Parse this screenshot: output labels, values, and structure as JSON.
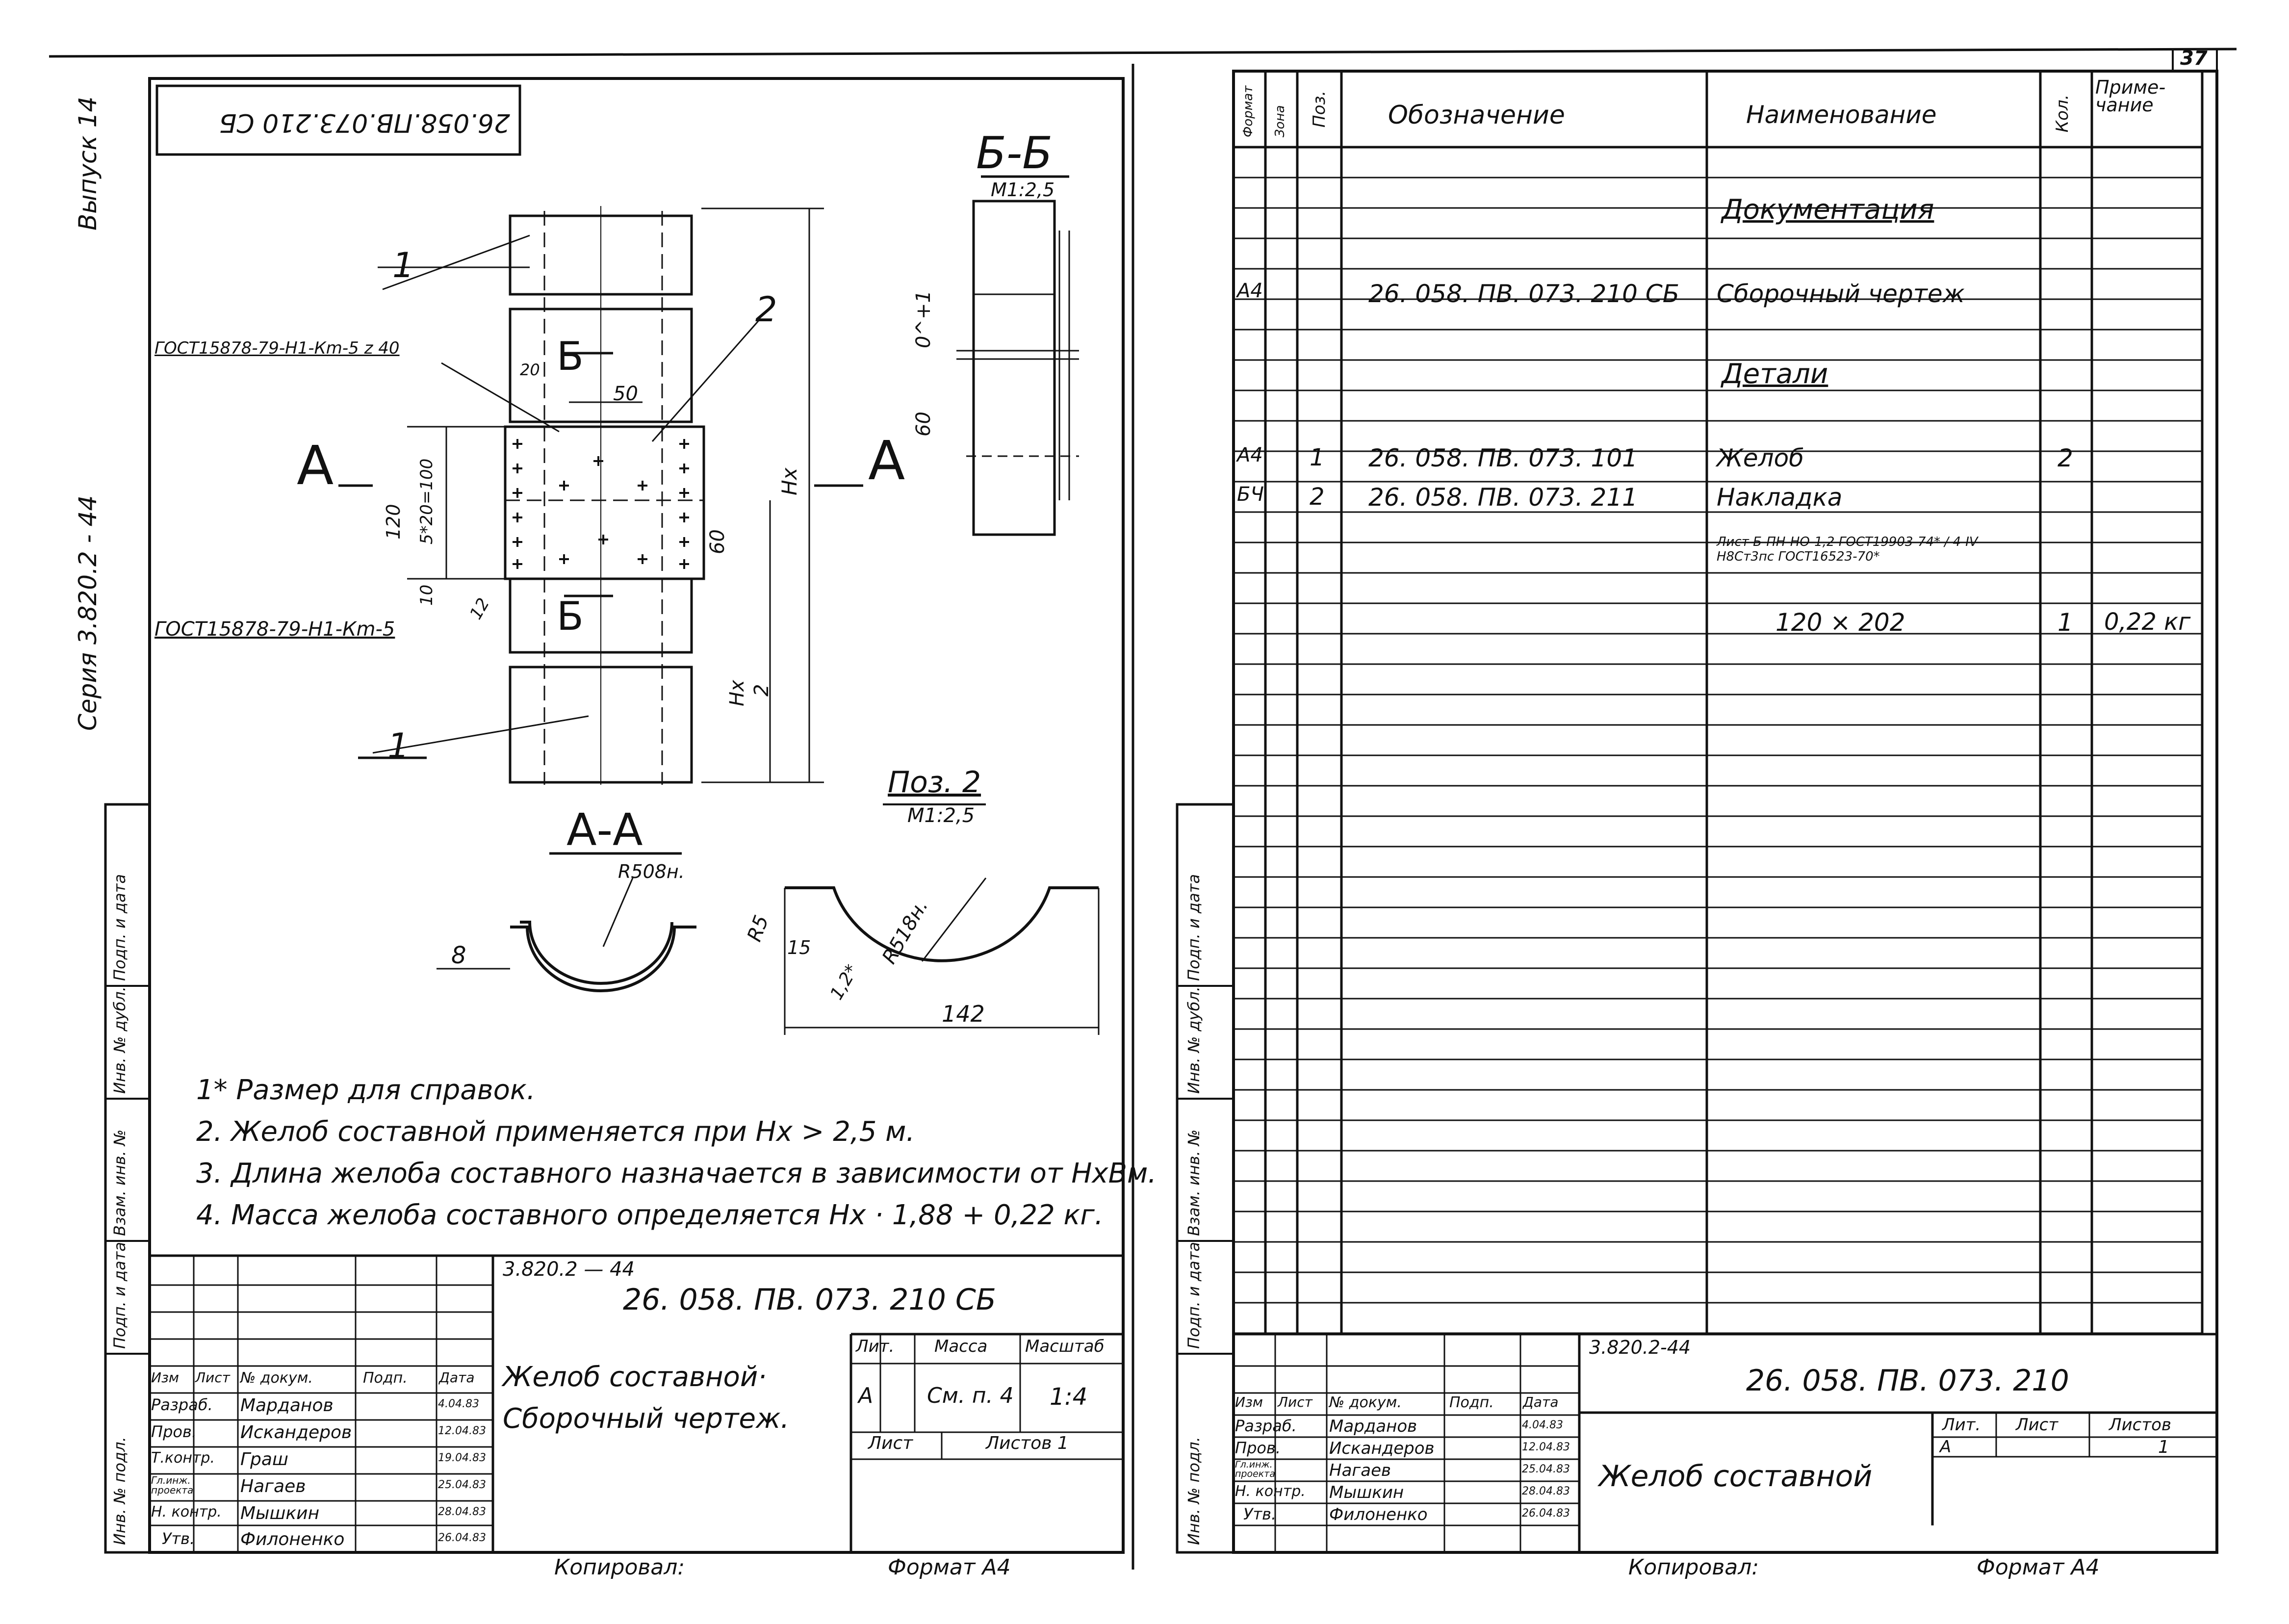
{
  "page_number": "37",
  "left_sheet": {
    "stamp_code": "26.058.ПВ.073.210 СБ",
    "side_labels": {
      "issue": "Выпуск 14",
      "series": "Серия  3.820.2 - 44"
    },
    "side_strip_cells": [
      "Подп. и дата",
      "Инв. № дубл.",
      "Взам. инв. №",
      "Подп. и дата",
      "Инв. № подл."
    ],
    "section_bb": {
      "title": "Б-Б",
      "scale": "М1:2,5",
      "dim_0_1": "0^+1",
      "dim_60": "60"
    },
    "main_view": {
      "leader_1_top": "1",
      "leader_2": "2",
      "leader_1_bottom": "1",
      "gost_top": "ГОСТ15878-79-Н1-Кm-5 z 40",
      "gost_bottom": "ГОСТ15878-79-Н1-Кm-5",
      "dim_20": "20",
      "dim_50": "50",
      "dim_120": "120",
      "dim_5x20": "5*20=100",
      "dim_10": "10",
      "dim_12": "12",
      "dim_60": "60",
      "dim_hx": "Hx",
      "dim_hx2_top": "Hx",
      "dim_hx2_bot": "2",
      "label_A_left": "A",
      "label_A_right": "A",
      "label_B_top": "Б",
      "label_B_bottom": "Б"
    },
    "section_aa": {
      "title": "А-А",
      "radius": "R508н.",
      "dim_8": "8"
    },
    "pos2": {
      "title": "Поз. 2",
      "scale": "М1:2,5",
      "r5": "R5",
      "dim_15": "15",
      "r518": "R518н.",
      "dim_12": "1,2*",
      "dim_142": "142"
    },
    "notes": [
      "1* Размер для справок.",
      "2. Желоб составной применяется  при Hx > 2,5 м.",
      "3. Длина желоба составного назначается в зависимости от НхВм.",
      "4. Масса желоба составного определяется Hx · 1,88 + 0,22 кг."
    ],
    "title_block": {
      "series": "3.820.2 — 44",
      "code": "26. 058. ПВ. 073. 210 СБ",
      "name1": "Желоб составной·",
      "name2": "Сборочный чертеж.",
      "lit_h": "Лит.",
      "mass_h": "Масса",
      "scale_h": "Масштаб",
      "lit": "А",
      "mass": "См. п. 4",
      "scale": "1:4",
      "sheet_h": "Лист",
      "sheets_h": "Листов 1",
      "hdr": [
        "Изм",
        "Лист",
        "№ докум.",
        "Подп.",
        "Дата"
      ],
      "rows": [
        {
          "role": "Разраб.",
          "name": "Марданов",
          "date": "4.04.83"
        },
        {
          "role": "Пров.",
          "name": "Искандеров",
          "date": "12.04.83"
        },
        {
          "role": "Т.контр.",
          "name": "Граш",
          "date": "19.04.83"
        },
        {
          "role": "Гл.инж. проекта",
          "name": "Нагаев",
          "date": "25.04.83"
        },
        {
          "role": "Н. контр.",
          "name": "Мышкин",
          "date": "28.04.83"
        },
        {
          "role": "Утв.",
          "name": "Филоненко",
          "date": "26.04.83"
        }
      ]
    },
    "footer": {
      "copied": "Копировал:",
      "format": "Формат  А4"
    }
  },
  "right_sheet": {
    "spec_headers": [
      "Формат",
      "Зона",
      "Поз.",
      "Обозначение",
      "Наименование",
      "Кол.",
      "Приме-чание"
    ],
    "spec_rows": [
      {
        "fmt": "",
        "zone": "",
        "pos": "",
        "code": "",
        "name": "Документация",
        "qty": "",
        "note": "",
        "underline": true
      },
      {
        "fmt": "А4",
        "zone": "",
        "pos": "",
        "code": "26. 058. ПВ. 073. 210 СБ",
        "name": "Сборочный чертеж",
        "qty": "",
        "note": ""
      },
      {
        "fmt": "",
        "zone": "",
        "pos": "",
        "code": "",
        "name": "Детали",
        "qty": "",
        "note": "",
        "underline": true
      },
      {
        "fmt": "А4",
        "zone": "",
        "pos": "1",
        "code": "26. 058. ПВ. 073. 101",
        "name": "Желоб",
        "qty": "2",
        "note": ""
      },
      {
        "fmt": "БЧ",
        "zone": "",
        "pos": "2",
        "code": "26. 058. ПВ. 073. 211",
        "name": "Накладка",
        "qty": "",
        "note": ""
      },
      {
        "fmt": "",
        "zone": "",
        "pos": "",
        "code": "",
        "name": "Лист Б-ПН-НО-1,2 ГОСТ19903-74* / 4-IV-Н8Ст3пс ГОСТ16523-70*",
        "qty": "",
        "note": ""
      },
      {
        "fmt": "",
        "zone": "",
        "pos": "",
        "code": "",
        "name": "120 × 202",
        "qty": "1",
        "note": "0,22 кг"
      }
    ],
    "title_block": {
      "series": "3.820.2-44",
      "code": "26. 058. ПВ. 073. 210",
      "name": "Желоб составной",
      "lit_h": "Лит.",
      "sheet_h": "Лист",
      "sheets_h": "Листов",
      "lit": "А",
      "sheets": "1",
      "hdr": [
        "Изм",
        "Лист",
        "№ докум.",
        "Подп.",
        "Дата"
      ],
      "rows": [
        {
          "role": "Разраб.",
          "name": "Марданов",
          "date": "4.04.83"
        },
        {
          "role": "Пров.",
          "name": "Искандеров",
          "date": "12.04.83"
        },
        {
          "role": "Гл.инж. проекта",
          "name": "Нагаев",
          "date": "25.04.83"
        },
        {
          "role": "Н. контр.",
          "name": "Мышкин",
          "date": "28.04.83"
        },
        {
          "role": "Утв.",
          "name": "Филоненко",
          "date": "26.04.83"
        }
      ]
    },
    "footer": {
      "copied": "Копировал:",
      "format": "Формат  А4"
    }
  }
}
